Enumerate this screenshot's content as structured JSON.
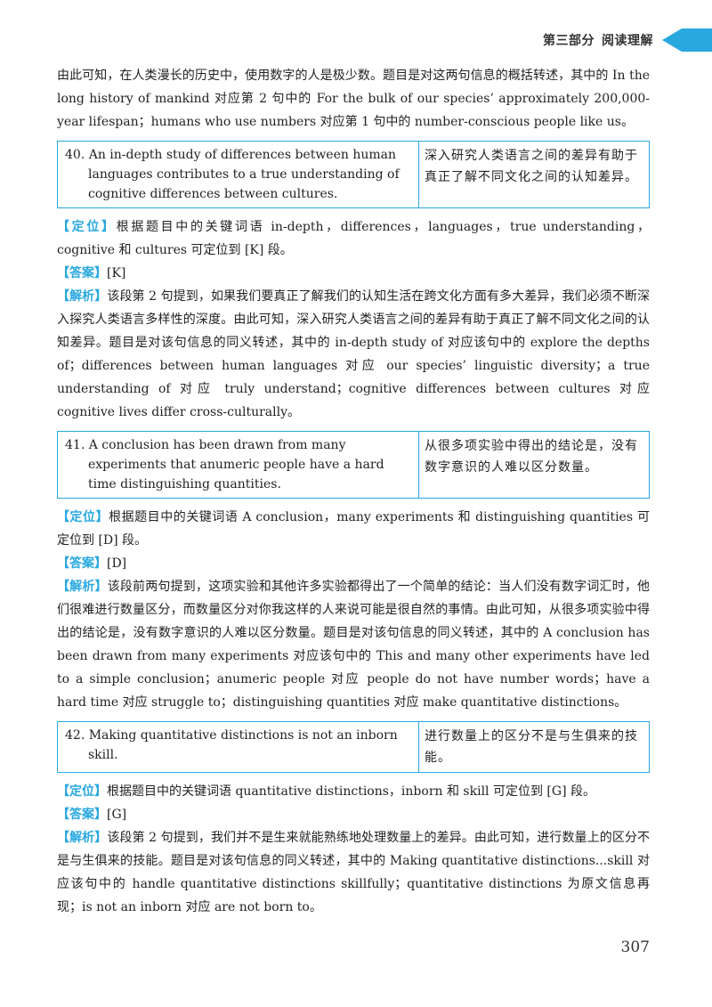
{
  "header": {
    "part": "第三部分",
    "section": "阅读理解"
  },
  "intro_text": "由此可知，在人类漫长的历史中，使用数字的人是极少数。题目是对这两句信息的概括转述，其中的 In the long history of mankind 对应第 2 句中的 For the bulk of our species’ approximately 200,000-year lifespan；humans who use numbers 对应第 1 句中的 number-conscious people like us。",
  "questions": [
    {
      "english": "40. An in-depth study of differences between human languages contributes to a true understanding of cognitive differences between cultures.",
      "chinese": "深入研究人类语言之间的差异有助于真正了解不同文化之间的认知差异。",
      "locate_label": "【定位】",
      "locate_text": "根据题目中的关键词语 in-depth，differences，languages，true understanding，cognitive 和 cultures 可定位到 [K] 段。",
      "answer_label": "【答案】",
      "answer_text": "[K]",
      "analysis_label": "【解析】",
      "analysis_text": "该段第 2 句提到，如果我们要真正了解我们的认知生活在跨文化方面有多大差异，我们必须不断深入探究人类语言多样性的深度。由此可知，深入研究人类语言之间的差异有助于真正了解不同文化之间的认知差异。题目是对该句信息的同义转述，其中的 in-depth study of 对应该句中的 explore the depths of；differences between human languages 对应 our species’ linguistic diversity；a true understanding of 对应 truly understand；cognitive differences between cultures 对应 cognitive lives differ cross-culturally。"
    },
    {
      "english": "41. A conclusion has been drawn from many experiments that anumeric people have a hard time distinguishing quantities.",
      "chinese": "从很多项实验中得出的结论是，没有数字意识的人难以区分数量。",
      "locate_label": "【定位】",
      "locate_text": "根据题目中的关键词语 A conclusion，many experiments 和 distinguishing quantities 可定位到 [D] 段。",
      "answer_label": "【答案】",
      "answer_text": "[D]",
      "analysis_label": "【解析】",
      "analysis_text": "该段前两句提到，这项实验和其他许多实验都得出了一个简单的结论：当人们没有数字词汇时，他们很难进行数量区分，而数量区分对你我这样的人来说可能是很自然的事情。由此可知，从很多项实验中得出的结论是，没有数字意识的人难以区分数量。题目是对该句信息的同义转述，其中的 A conclusion has been drawn from many experiments 对应该句中的 This and many other experiments have led to a simple conclusion；anumeric people 对应 people do not have number words；have a hard time 对应 struggle to；distinguishing quantities 对应 make quantitative distinctions。"
    },
    {
      "english": "42. Making quantitative distinctions is not an inborn skill.",
      "chinese": "进行数量上的区分不是与生俱来的技能。",
      "locate_label": "【定位】",
      "locate_text": "根据题目中的关键词语 quantitative distinctions，inborn 和 skill 可定位到 [G] 段。",
      "answer_label": "【答案】",
      "answer_text": "[G]",
      "analysis_label": "【解析】",
      "analysis_text": "该段第 2 句提到，我们并不是生来就能熟练地处理数量上的差异。由此可知，进行数量上的区分不是与生俱来的技能。题目是对该句信息的同义转述，其中的 Making quantitative distinctions...skill 对应该句中的 handle quantitative distinctions skillfully；quantitative distinctions 为原文信息再现；is not an inborn 对应 are not born to。"
    }
  ],
  "page_number": "307",
  "colors": {
    "accent": "#29a8e0"
  },
  "icons": {
    "header_marker": "triangle-arrow-icon"
  }
}
